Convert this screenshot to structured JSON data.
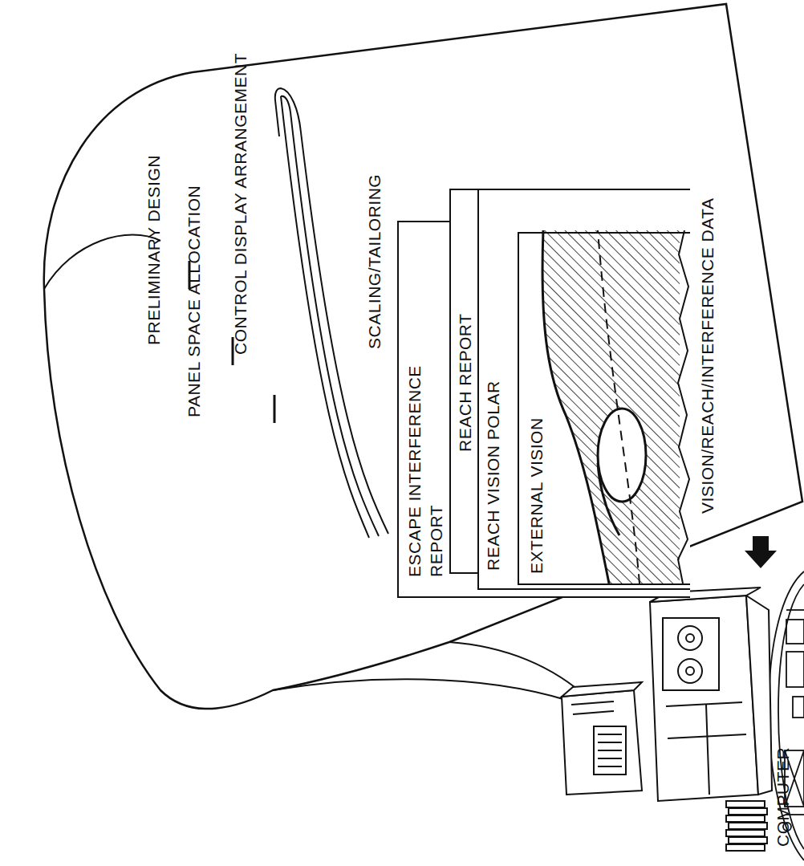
{
  "diagram": {
    "nodes": [
      {
        "text": [
          "PRELIMINARY DESIGN",
          "PANEL SPACE ALLOCATION",
          "CONTROL DISPLAY ARRANGEMENT",
          "SCALING/TAILORING",
          "VISION/REACH/INTERFERENCE DATA"
        ]
      },
      {
        "text": [
          "ESCAPE INTERFERENCE REPORT"
        ],
        "in": 0
      },
      {
        "text": [
          "REACH REPORT"
        ],
        "in": 0
      },
      {
        "text": [
          "REACH VISION POLAR"
        ],
        "in": 0
      },
      {
        "text": [
          "EXTERNAL VISION"
        ],
        "in": 0
      }
    ],
    "labels": [
      "COMPUTER"
    ]
  }
}
